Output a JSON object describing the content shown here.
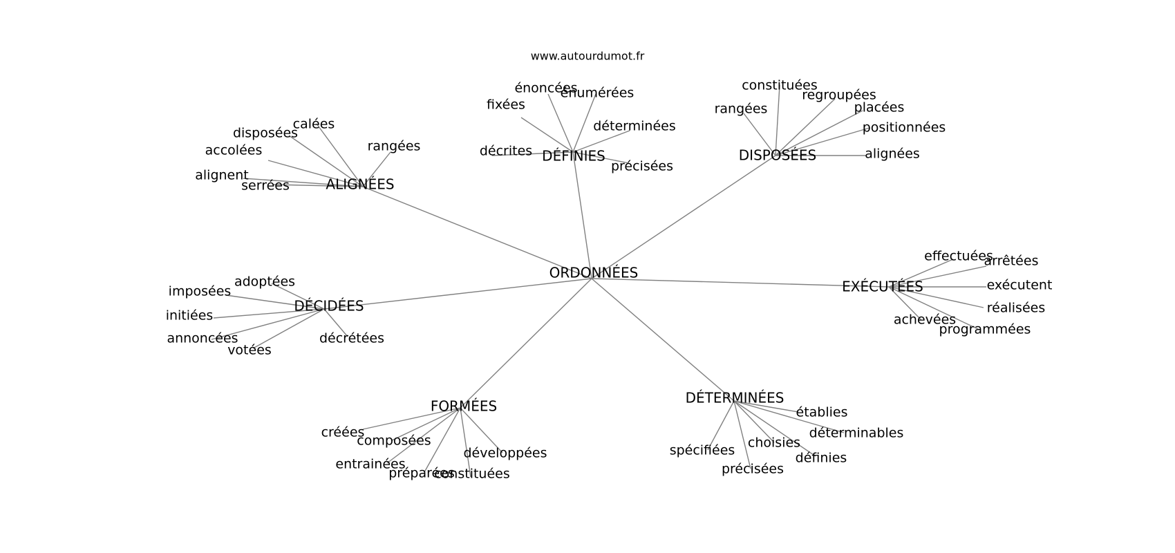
{
  "source_text": "www.autourdumot.fr",
  "colors": {
    "edge": "#808080",
    "text": "#000000",
    "background": "#ffffff"
  },
  "center": "ORDONNÉES",
  "branches": [
    {
      "hub": "ALIGNÉES",
      "leaves": [
        "calées",
        "disposées",
        "accolées",
        "rangées",
        "alignent",
        "serrées"
      ]
    },
    {
      "hub": "DÉFINIES",
      "leaves": [
        "énoncées",
        "énumérées",
        "fixées",
        "déterminées",
        "décrites",
        "précisées"
      ]
    },
    {
      "hub": "DISPOSÉES",
      "leaves": [
        "constituées",
        "regroupées",
        "rangées",
        "placées",
        "positionnées",
        "alignées"
      ]
    },
    {
      "hub": "DÉCIDÉES",
      "leaves": [
        "adoptées",
        "imposées",
        "initiées",
        "annoncées",
        "votées",
        "décrétées"
      ]
    },
    {
      "hub": "EXÉCUTÉES",
      "leaves": [
        "effectuées",
        "arrêtées",
        "exécutent",
        "réalisées",
        "achevées",
        "programmées"
      ]
    },
    {
      "hub": "FORMÉES",
      "leaves": [
        "créées",
        "composées",
        "entrainées",
        "préparées",
        "constituées",
        "développées"
      ]
    },
    {
      "hub": "DÉTERMINÉES",
      "leaves": [
        "établies",
        "déterminables",
        "choisies",
        "spécifiées",
        "définies",
        "précisées"
      ]
    }
  ]
}
